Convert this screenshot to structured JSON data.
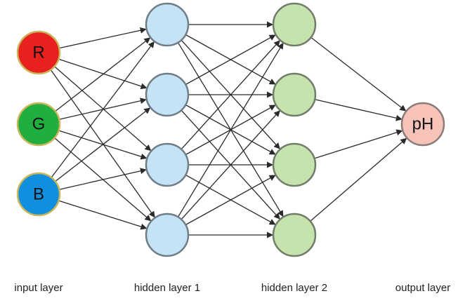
{
  "layers": [
    {
      "label": "input layer",
      "nodes": [
        {
          "label": "R",
          "fill": "#e8201e",
          "stroke": "#c9b75a"
        },
        {
          "label": "G",
          "fill": "#1fae3f",
          "stroke": "#c9b75a"
        },
        {
          "label": "B",
          "fill": "#0f8fde",
          "stroke": "#c9b75a"
        }
      ]
    },
    {
      "label": "hidden layer 1",
      "nodes": [
        {
          "label": "",
          "fill": "#c4e3f6",
          "stroke": "#6f7d86"
        },
        {
          "label": "",
          "fill": "#c4e3f6",
          "stroke": "#6f7d86"
        },
        {
          "label": "",
          "fill": "#c4e3f6",
          "stroke": "#6f7d86"
        },
        {
          "label": "",
          "fill": "#c4e3f6",
          "stroke": "#6f7d86"
        }
      ]
    },
    {
      "label": "hidden layer 2",
      "nodes": [
        {
          "label": "",
          "fill": "#c6e3ad",
          "stroke": "#6f7d6a"
        },
        {
          "label": "",
          "fill": "#c6e3ad",
          "stroke": "#6f7d6a"
        },
        {
          "label": "",
          "fill": "#c6e3ad",
          "stroke": "#6f7d6a"
        },
        {
          "label": "",
          "fill": "#c6e3ad",
          "stroke": "#6f7d6a"
        }
      ]
    },
    {
      "label": "output layer",
      "nodes": [
        {
          "label": "pH",
          "fill": "#f7c3b8",
          "stroke": "#8a7c78"
        }
      ]
    }
  ],
  "edge_color": "#2a2a2a",
  "connectivity": "fully-connected"
}
